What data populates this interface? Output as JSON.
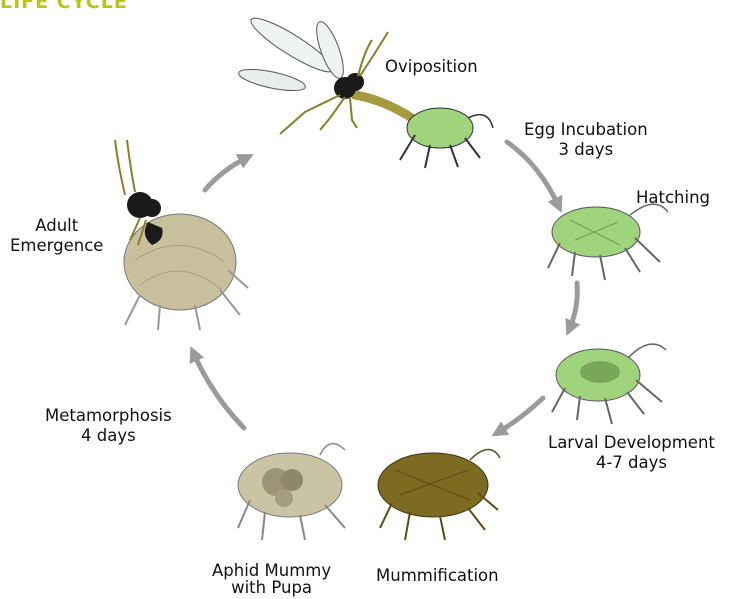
{
  "header": {
    "title": "LIFE CYCLE",
    "color": "#bcc41c"
  },
  "stages": [
    {
      "id": "oviposition",
      "lines": [
        "Oviposition"
      ]
    },
    {
      "id": "egg-incubation",
      "lines": [
        "Egg Incubation",
        "3 days"
      ]
    },
    {
      "id": "hatching",
      "lines": [
        "Hatching"
      ]
    },
    {
      "id": "larval-development",
      "lines": [
        "Larval Development",
        "4-7 days"
      ]
    },
    {
      "id": "mummification",
      "lines": [
        "Mummification"
      ]
    },
    {
      "id": "aphid-mummy",
      "lines": [
        "Aphid Mummy",
        "with Pupa"
      ]
    },
    {
      "id": "metamorphosis",
      "lines": [
        "Metamorphosis",
        "4 days"
      ]
    },
    {
      "id": "adult-emergence",
      "lines": [
        "Adult",
        "Emergence"
      ]
    }
  ],
  "colors": {
    "arrow": "#9b9b9b",
    "aphid_green": "#9fd37c",
    "aphid_mummy": "#cbc4a4",
    "aphid_mummified": "#7d6b22",
    "aphid_adult_host": "#c8c09d",
    "wasp_body": "#1a1a1a",
    "wasp_abdomen": "#a59a3d"
  }
}
